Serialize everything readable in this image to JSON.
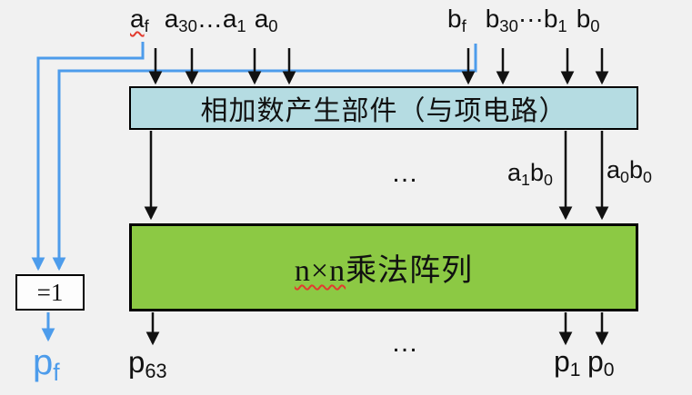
{
  "colors": {
    "bg": "#f1f1f1",
    "ink": "#111111",
    "wire-blue": "#4d9ceb",
    "blue-box-fill": "#b5dce2",
    "green-box-fill": "#8cc944",
    "eq-box-fill": "#fdfdfd",
    "squiggle-red": "#e23b2e"
  },
  "top_labels": {
    "af": {
      "base": "a",
      "sub": "f"
    },
    "a30": {
      "base": "a",
      "sub": "30"
    },
    "a_dots": "…",
    "a1": {
      "base": "a",
      "sub": "1"
    },
    "a0": {
      "base": "a",
      "sub": "0"
    },
    "bf": {
      "base": "b",
      "sub": "f"
    },
    "b30": {
      "base": "b",
      "sub": "30"
    },
    "b_dots": "···",
    "b1": {
      "base": "b",
      "sub": "1"
    },
    "b0": {
      "base": "b",
      "sub": "0"
    }
  },
  "blocks": {
    "addend_generator": {
      "label": "相加数产生部件（与项电路）"
    },
    "mult_array": {
      "label_prefix": "n×n",
      "label_suffix": "乘法阵列"
    },
    "parity": {
      "label": "=1"
    }
  },
  "mid_labels": {
    "dots": "…",
    "a1b0": {
      "base1": "a",
      "sub1": "1",
      "base2": "b",
      "sub2": "0"
    },
    "a0b0": {
      "base1": "a",
      "sub1": "0",
      "base2": "b",
      "sub2": "0"
    }
  },
  "bottom_labels": {
    "pf": {
      "base": "p",
      "sub": "f"
    },
    "p63": {
      "base": "p",
      "sub": "63"
    },
    "dots": "…",
    "p1": {
      "base": "p",
      "sub": "1"
    },
    "p0": {
      "base": "p",
      "sub": "0"
    }
  }
}
